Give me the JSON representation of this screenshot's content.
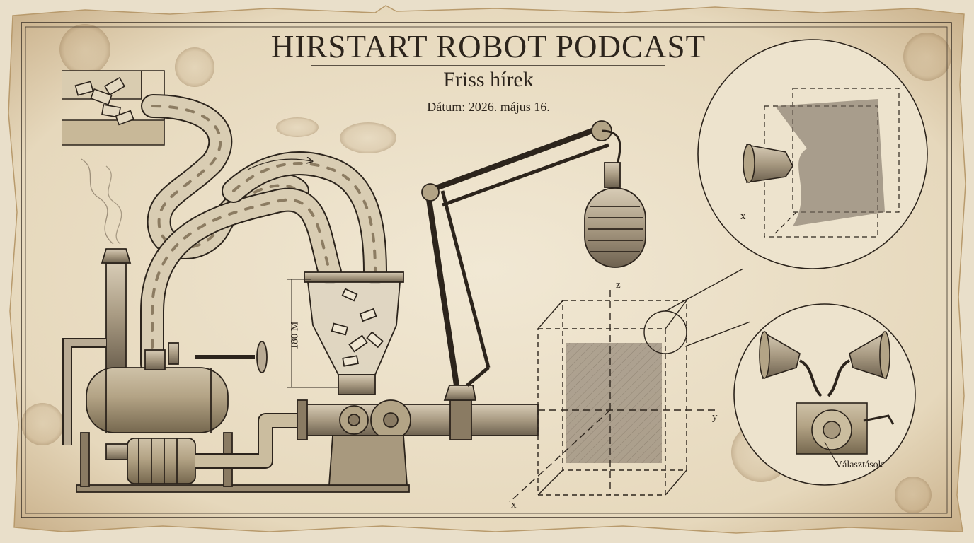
{
  "header": {
    "title": "HIRSTART ROBOT PODCAST",
    "subtitle": "Friss hírek",
    "date": "Dátum: 2026. május 16."
  },
  "diagram": {
    "hopper_height_label": "180 M",
    "axis_x": "x",
    "axis_y": "y",
    "axis_z": "z",
    "inset_axis_x": "x",
    "speaker_caption": "Választások"
  },
  "colors": {
    "paper": "#e9dfca",
    "ink": "#2c241c",
    "stain": "#a8875c",
    "metal": "#b9ab94"
  }
}
